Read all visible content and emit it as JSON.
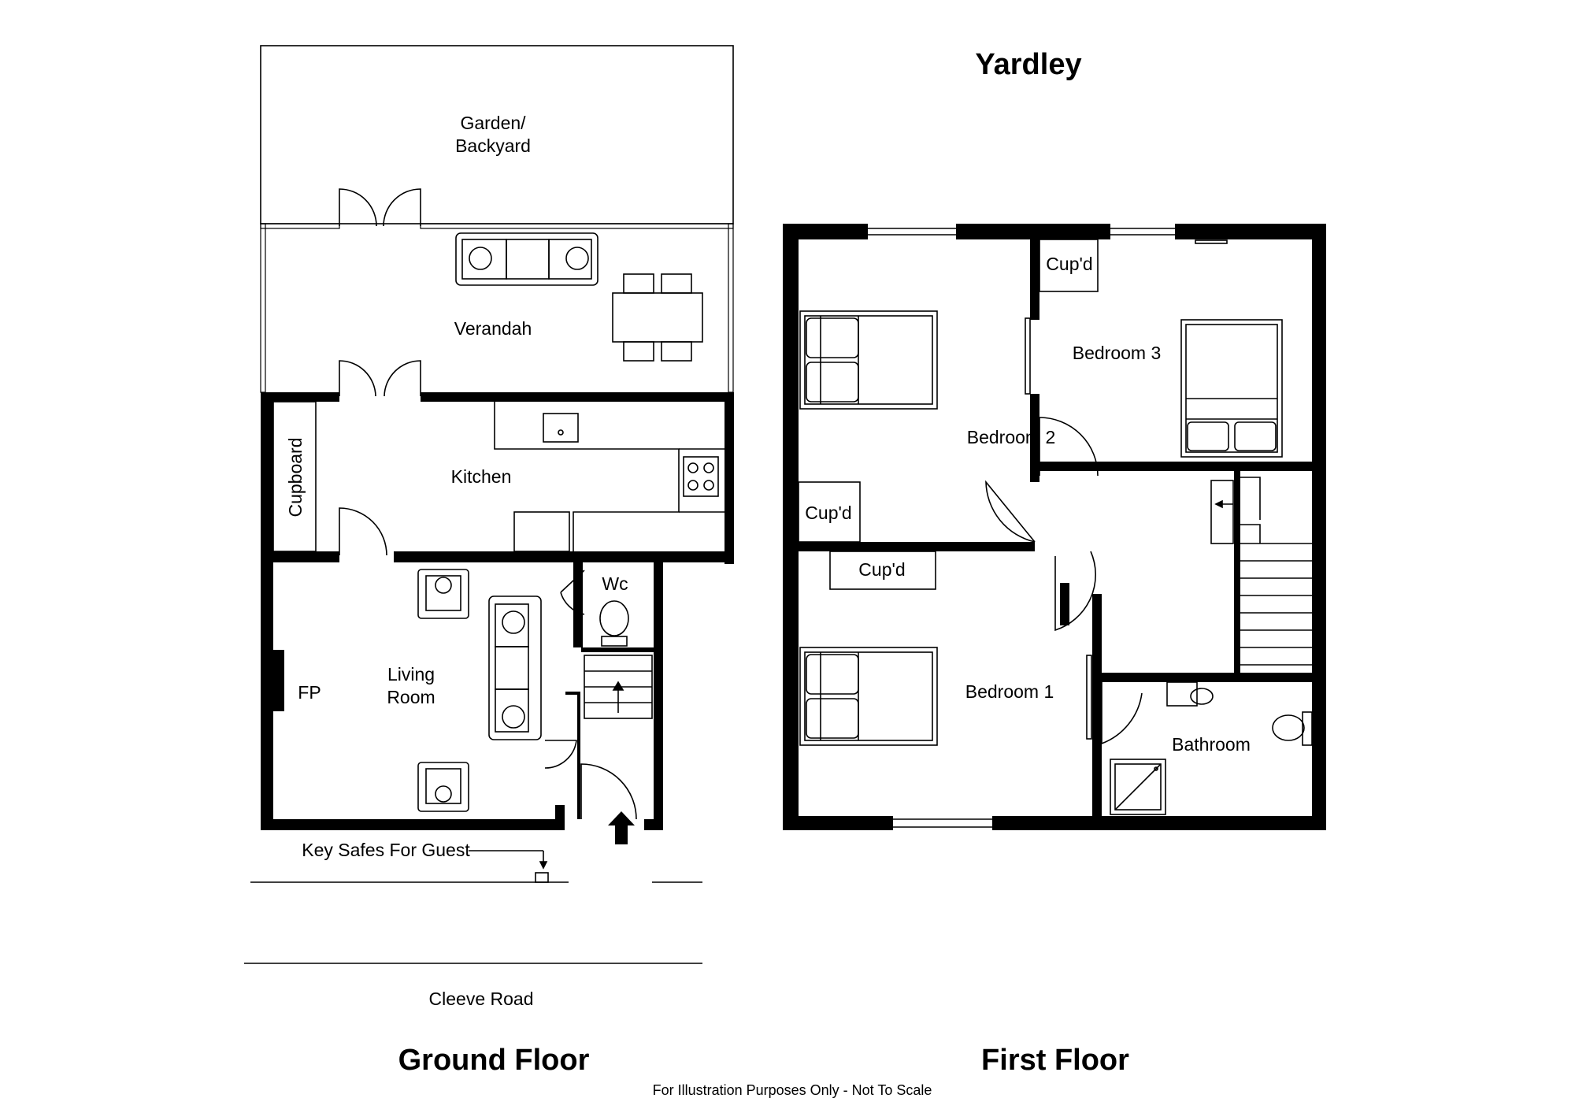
{
  "title": "Yardley",
  "floors": {
    "ground": "Ground Floor",
    "first": "First Floor"
  },
  "ground_rooms": {
    "garden_line1": "Garden/",
    "garden_line2": "Backyard",
    "verandah": "Verandah",
    "kitchen": "Kitchen",
    "cupboard": "Cupboard",
    "living_line1": "Living",
    "living_line2": "Room",
    "fireplace": "FP",
    "wc": "Wc",
    "key_safes": "Key Safes For Guest",
    "road": "Cleeve Road"
  },
  "first_rooms": {
    "bedroom1": "Bedroom 1",
    "bedroom2": "Bedroom 2",
    "bedroom3": "Bedroom 3",
    "bathroom": "Bathroom",
    "cupd_b1": "Cup'd",
    "cupd_b2": "Cup'd",
    "cupd_b3": "Cup'd"
  },
  "disclaimer": "For Illustration Purposes Only - Not To Scale"
}
